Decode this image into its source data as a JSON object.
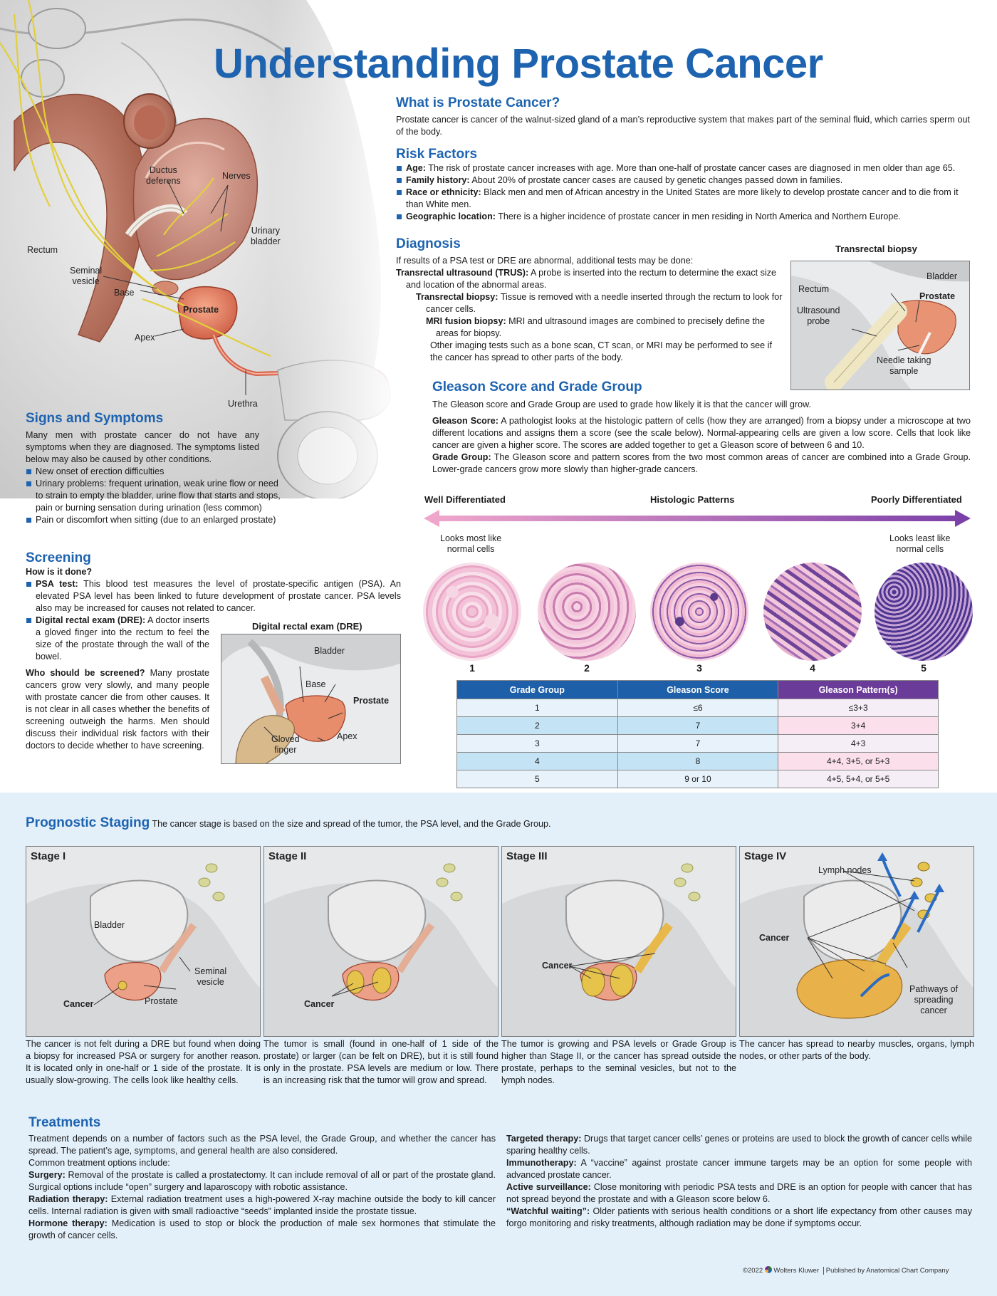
{
  "title": "Understanding Prostate Cancer",
  "what_is": {
    "heading": "What is Prostate Cancer?",
    "text": "Prostate cancer is cancer of the walnut-sized gland of a man’s reproductive system that makes part of the seminal fluid, which carries sperm out of the body."
  },
  "risk": {
    "heading": "Risk Factors",
    "items": [
      {
        "term": "Age:",
        "text": " The risk of prostate cancer increases with age. More than one-half of prostate cancer cases are diagnosed in men older than age 65."
      },
      {
        "term": "Family history:",
        "text": " About 20% of prostate cancer cases are caused by genetic changes passed down in families."
      },
      {
        "term": "Race or ethnicity:",
        "text": " Black men and men of African ancestry in the United States are more likely to develop prostate cancer and to die from it than White men."
      },
      {
        "term": "Geographic location:",
        "text": " There is a higher incidence of prostate cancer in men residing in North America and Northern Europe."
      }
    ]
  },
  "diagnosis": {
    "heading": "Diagnosis",
    "intro": "If results of a PSA test or DRE are abnormal, additional tests may be done:",
    "trus_term": "Transrectal ultrasound (TRUS):",
    "trus_text": " A probe is inserted into the rectum to determine the exact size and location of the abnormal areas.",
    "biopsy_term": "Transrectal biopsy:",
    "biopsy_text": " Tissue is removed with a needle inserted through the rectum to look for cancer cells.",
    "mri_term": "MRI fusion biopsy:",
    "mri_text": " MRI and ultrasound images are combined to precisely define the areas for biopsy.",
    "other": "Other imaging tests such as a bone scan, CT scan, or MRI may be performed to see if the cancer has spread to other parts of the body."
  },
  "biopsy_fig": {
    "caption": "Transrectal biopsy",
    "labels": {
      "bladder": "Bladder",
      "rectum": "Rectum",
      "prostate": "Prostate",
      "probe1": "Ultrasound",
      "probe2": "probe",
      "needle1": "Needle taking",
      "needle2": "sample"
    }
  },
  "anatomy": {
    "ductus1": "Ductus",
    "ductus2": "deferens",
    "nerves": "Nerves",
    "bladder1": "Urinary",
    "bladder2": "bladder",
    "rectum": "Rectum",
    "seminal1": "Seminal",
    "seminal2": "vesicle",
    "base": "Base",
    "prostate": "Prostate",
    "apex": "Apex",
    "urethra": "Urethra"
  },
  "signs": {
    "heading": "Signs and Symptoms",
    "intro": "Many men with prostate cancer do not have any symptoms when they are diagnosed. The symptoms listed below may also be caused by other conditions.",
    "items": [
      "New onset of erection difficulties",
      "Urinary problems: frequent urination, weak urine flow or need to strain to empty the bladder, urine flow that starts and stops, pain or burning sensation during urination (less common)",
      "Pain or discomfort when sitting (due to an enlarged prostate)"
    ]
  },
  "screening": {
    "heading": "Screening",
    "sub": "How is it done?",
    "psa_term": "PSA test:",
    "psa_text": " This blood test measures the level of prostate-specific antigen (PSA). An elevated PSA level has been linked to future development of prostate cancer. PSA levels also may be increased for causes not related to cancer.",
    "dre_term": "Digital rectal exam (DRE):",
    "dre_text": " A doctor inserts a gloved finger into the rectum to feel the size of the prostate through the wall of the bowel.",
    "who_term": "Who should be screened?",
    "who_text": " Many prostate cancers grow very slowly, and many people with prostate cancer die from other causes. It is not clear in all cases whether the benefits of screening outweigh the harms. Men should discuss their individual risk factors with their doctors to decide whether to have screening."
  },
  "dre_fig": {
    "caption": "Digital rectal exam (DRE)",
    "labels": {
      "bladder": "Bladder",
      "base": "Base",
      "prostate": "Prostate",
      "gloved1": "Gloved",
      "gloved2": "finger",
      "apex": "Apex"
    }
  },
  "gleason": {
    "heading": "Gleason Score and Grade Group",
    "intro": "The Gleason score and Grade Group are used to grade how likely it is that the cancer will grow.",
    "score_term": "Gleason Score:",
    "score_text": " A pathologist looks at the histologic pattern of cells (how they are arranged) from a biopsy under a microscope at two different locations and assigns them a score (see the scale below). Normal-appearing cells are given a low score. Cells that look like cancer are given a higher score. The scores are added together to get a Gleason score of between 6 and 10.",
    "group_term": "Grade Group:",
    "group_text": " The Gleason score and pattern scores from the two most common areas of cancer are combined into a Grade Group. Lower-grade cancers grow more slowly than higher-grade cancers.",
    "well": "Well Differentiated",
    "patterns": "Histologic Patterns",
    "poorly": "Poorly Differentiated",
    "most1": "Looks most like",
    "most2": "normal cells",
    "least1": "Looks least like",
    "least2": "normal cells",
    "numbers": [
      "1",
      "2",
      "3",
      "4",
      "5"
    ],
    "table": {
      "headers": [
        "Grade Group",
        "Gleason Score",
        "Gleason Pattern(s)"
      ],
      "rows": [
        [
          "1",
          "≤6",
          "≤3+3"
        ],
        [
          "2",
          "7",
          "3+4"
        ],
        [
          "3",
          "7",
          "4+3"
        ],
        [
          "4",
          "8",
          "4+4, 3+5, or 5+3"
        ],
        [
          "5",
          "9 or 10",
          "4+5, 5+4, or 5+5"
        ]
      ]
    }
  },
  "staging": {
    "heading": "Prognostic Staging",
    "intro": " The cancer stage is based on the size and spread of the tumor, the PSA level, and the Grade Group.",
    "stages": [
      {
        "title": "Stage I",
        "desc": "The cancer is not felt during a DRE but found when doing a biopsy for increased PSA or surgery for another reason. It is located only in one-half or 1 side of the prostate. It is usually slow-growing. The cells look like healthy cells."
      },
      {
        "title": "Stage II",
        "desc": "The tumor is small (found in one-half of 1 side of the prostate) or larger (can be felt on DRE), but it is still found only in the prostate. PSA levels are medium or low. There is an increasing risk that the tumor will grow and spread."
      },
      {
        "title": "Stage III",
        "desc": "The tumor is growing and PSA levels or Grade Group is higher than Stage II, or the cancer has spread outside the prostate, perhaps to the seminal vesicles, but not to the lymph nodes."
      },
      {
        "title": "Stage IV",
        "desc": "The cancer has spread to nearby muscles, organs, lymph nodes, or other parts of the body."
      }
    ],
    "labels": {
      "bladder": "Bladder",
      "seminal1": "Seminal",
      "seminal2": "vesicle",
      "cancer": "Cancer",
      "prostate": "Prostate",
      "lymph": "Lymph nodes",
      "path1": "Pathways of",
      "path2": "spreading",
      "path3": "cancer"
    }
  },
  "treatments": {
    "heading": "Treatments",
    "intro": "Treatment depends on a number of factors such as the PSA level, the Grade Group, and whether the cancer has spread. The patient’s age, symptoms, and general health are also considered.",
    "common": "Common treatment options include:",
    "left": [
      {
        "term": "Surgery:",
        "text": " Removal of the prostate is called a prostatectomy. It can include removal of all or part of the prostate gland. Surgical options include “open” surgery and laparoscopy with robotic assistance."
      },
      {
        "term": "Radiation therapy:",
        "text": " External radiation treatment uses a high-powered X-ray machine outside the body to kill cancer cells. Internal radiation is given with small radioactive “seeds” implanted inside the prostate tissue."
      },
      {
        "term": "Hormone therapy:",
        "text": " Medication is used to stop or block the production of male sex hormones that stimulate the growth of cancer cells."
      }
    ],
    "right": [
      {
        "term": "Targeted therapy:",
        "text": " Drugs that target cancer cells’ genes or proteins are used to block the growth of cancer cells while sparing healthy cells."
      },
      {
        "term": "Immunotherapy:",
        "text": " A “vaccine” against prostate cancer immune targets may be an option for some people with advanced prostate cancer."
      },
      {
        "term": "Active surveillance:",
        "text": " Close monitoring with periodic PSA tests and DRE is an option for people with cancer that has not spread beyond the prostate and with a Gleason score below 6."
      },
      {
        "term": "“Watchful waiting”:",
        "text": " Older patients with serious health conditions or a short life expectancy from other causes may forgo monitoring and risky treatments, although radiation may be done if symptoms occur."
      }
    ]
  },
  "footer": {
    "year": "©2022",
    "brand": "Wolters Kluwer",
    "publisher": "Published by Anatomical Chart Company"
  },
  "colors": {
    "heading_blue": "#1d63b0",
    "table_blue": "#1d5fa8",
    "table_purple": "#6b3b99",
    "band": "#e3f0fa",
    "prostate": "#e88b6a"
  }
}
